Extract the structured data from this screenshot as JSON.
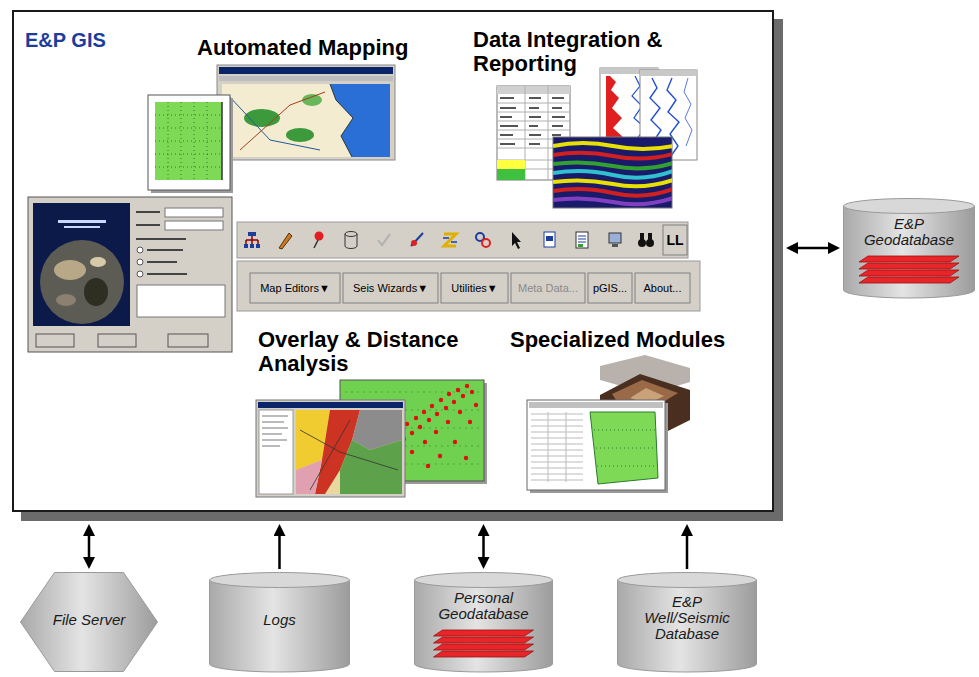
{
  "diagram": {
    "nodes": [
      {
        "text": [
          "E&P GIS"
        ]
      },
      {
        "text": [
          "E&P Geodatabase"
        ]
      },
      {
        "text": [
          "File Server"
        ]
      },
      {
        "text": [
          "Logs"
        ]
      },
      {
        "text": [
          "Personal Geodatabase"
        ]
      },
      {
        "text": [
          "E&P Well/Seismic Database"
        ]
      }
    ],
    "edges": [
      {
        "from": 0,
        "to": 1,
        "arrow": "both"
      },
      {
        "from": 2,
        "to": 0,
        "arrow": "both"
      },
      {
        "from": 3,
        "to": 0,
        "arrow": "to"
      },
      {
        "from": 4,
        "to": 0,
        "arrow": "both"
      },
      {
        "from": 5,
        "to": 0,
        "arrow": "to"
      }
    ],
    "labels": [
      "Automated Mapping",
      "Data Integration & Reporting",
      "Overlay & Distance Analysis",
      "Specialized Modules",
      "LL",
      "Map Editors▼",
      "Seis Wizards▼",
      "Utilities▼",
      "Meta Data...",
      "pGIS...",
      "About..."
    ]
  }
}
